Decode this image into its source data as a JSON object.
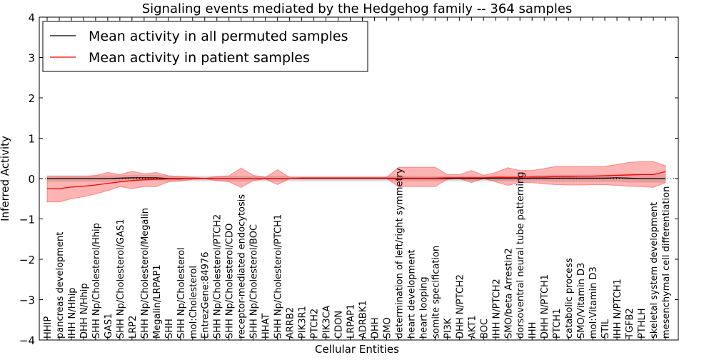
{
  "chart_data": {
    "type": "line",
    "title": "Signaling events mediated by the Hedgehog family -- 364 samples",
    "xlabel": "Cellular Entities",
    "ylabel": "Inferred Activity",
    "ylim": [
      -4,
      4
    ],
    "yticks": [
      "−4",
      "−3",
      "−2",
      "−1",
      "0",
      "1",
      "2",
      "3",
      "4"
    ],
    "legend_position": "top-left",
    "grid": false,
    "categories": [
      "HHIP",
      "pancreas development",
      "IHH N/Hhip",
      "DHH N/Hhip",
      "SHH Np/Cholesterol/Hhip",
      "GAS1",
      "SHH Np/Cholesterol/GAS1",
      "LRP2",
      "SHH Np/Cholesterol/Megalin",
      "Megalin/LRPAP1",
      "SHH",
      "SHH Np/Cholesterol",
      "mol:Cholesterol",
      "EntrezGene:84976",
      "SHH Np/Cholesterol/PTCH2",
      "SHH Np/Cholesterol/CDO",
      "receptor-mediated endocytosis",
      "SHH Np/Cholesterol/BOC",
      "HHAT",
      "SHH Np/Cholesterol/PTCH1",
      "ARRB2",
      "PIK3R1",
      "PTCH2",
      "PIK3CA",
      "CDON",
      "LRPAP1",
      "ADRBK1",
      "DHH",
      "SMO",
      "determination of left/right symmetry",
      "heart development",
      "heart looping",
      "somite specification",
      "PI3K",
      "DHH N/PTCH2",
      "AKT1",
      "BOC",
      "IHH N/PTCH2",
      "SMO/beta Arrestin2",
      "dorsoventral neural tube patterning",
      "IHH",
      "DHH N/PTCH1",
      "PTCH1",
      "catabolic process",
      "SMO/Vitamin D3",
      "mol:Vitamin D3",
      "STIL",
      "IHH N/PTCH1",
      "TGFB2",
      "PTHLH",
      "skeletal system development",
      "mesenchymal cell differentiation"
    ],
    "series": [
      {
        "name": "Mean activity in all permuted samples",
        "color": "#000000",
        "values": [
          0,
          0,
          0,
          0,
          0,
          0,
          0.01,
          0.02,
          0.02,
          0.02,
          0,
          0,
          0,
          0,
          0,
          0,
          0,
          0,
          0,
          0,
          0,
          0,
          0,
          0,
          0,
          0,
          0,
          0,
          0,
          0,
          0,
          0,
          0,
          0,
          0,
          0,
          0,
          0,
          0,
          0,
          0.01,
          0.01,
          0.01,
          0.01,
          0.01,
          0.01,
          0.01,
          0.02,
          0.01,
          0,
          0,
          0
        ],
        "band_upper": [
          0.08,
          0.08,
          0.08,
          0.08,
          0.08,
          0.08,
          0.08,
          0.09,
          0.09,
          0.09,
          0.07,
          0.07,
          0.07,
          0.07,
          0.07,
          0.07,
          0.07,
          0.07,
          0.07,
          0.07,
          0.07,
          0.07,
          0.07,
          0.07,
          0.07,
          0.07,
          0.07,
          0.07,
          0.07,
          0.07,
          0.07,
          0.07,
          0.07,
          0.07,
          0.07,
          0.07,
          0.07,
          0.07,
          0.07,
          0.07,
          0.08,
          0.09,
          0.1,
          0.1,
          0.1,
          0.1,
          0.1,
          0.12,
          0.12,
          0.12,
          0.12,
          0.1
        ],
        "band_lower": [
          -0.08,
          -0.08,
          -0.08,
          -0.08,
          -0.08,
          -0.08,
          -0.07,
          -0.06,
          -0.06,
          -0.06,
          -0.07,
          -0.07,
          -0.07,
          -0.07,
          -0.07,
          -0.07,
          -0.07,
          -0.07,
          -0.07,
          -0.07,
          -0.07,
          -0.07,
          -0.07,
          -0.07,
          -0.07,
          -0.07,
          -0.07,
          -0.07,
          -0.07,
          -0.07,
          -0.07,
          -0.07,
          -0.07,
          -0.07,
          -0.07,
          -0.07,
          -0.07,
          -0.07,
          -0.07,
          -0.07,
          -0.07,
          -0.07,
          -0.08,
          -0.08,
          -0.08,
          -0.08,
          -0.08,
          -0.08,
          -0.1,
          -0.1,
          -0.1,
          -0.1
        ]
      },
      {
        "name": "Mean activity in patient samples",
        "color": "#ff0000",
        "values": [
          -0.25,
          -0.25,
          -0.21,
          -0.19,
          -0.16,
          -0.12,
          -0.08,
          -0.05,
          -0.03,
          -0.02,
          -0.01,
          -0.01,
          0,
          0,
          0,
          0,
          0,
          0,
          0,
          0,
          0,
          0.01,
          0.01,
          0.01,
          0.01,
          0.01,
          0.01,
          0.01,
          0.01,
          0.01,
          0.01,
          0.01,
          0.01,
          0.02,
          0.02,
          0.02,
          0.02,
          0.03,
          0.03,
          0.03,
          0.04,
          0.04,
          0.05,
          0.05,
          0.06,
          0.06,
          0.07,
          0.08,
          0.09,
          0.1,
          0.1,
          0.17
        ],
        "band_upper": [
          0.05,
          0.05,
          0.05,
          0.05,
          0.08,
          0.15,
          0.1,
          0.18,
          0.12,
          0.15,
          0.07,
          0.05,
          0.03,
          0.01,
          0.05,
          0.07,
          0.26,
          0.08,
          0.03,
          0.22,
          0.03,
          0.03,
          0.03,
          0.03,
          0.03,
          0.03,
          0.03,
          0.03,
          0.03,
          0.28,
          0.28,
          0.28,
          0.28,
          0.1,
          0.1,
          0.2,
          0.08,
          0.15,
          0.27,
          0.2,
          0.2,
          0.25,
          0.3,
          0.3,
          0.3,
          0.3,
          0.3,
          0.35,
          0.4,
          0.42,
          0.42,
          0.32
        ],
        "band_lower": [
          -0.58,
          -0.58,
          -0.5,
          -0.45,
          -0.38,
          -0.3,
          -0.2,
          -0.25,
          -0.2,
          -0.2,
          -0.08,
          -0.06,
          -0.02,
          -0.01,
          -0.05,
          -0.08,
          -0.22,
          -0.05,
          -0.01,
          -0.15,
          0,
          0,
          0,
          0,
          0,
          0,
          0,
          0,
          0,
          -0.2,
          -0.2,
          -0.2,
          -0.2,
          -0.02,
          0,
          -0.1,
          0,
          -0.08,
          -0.17,
          -0.1,
          -0.1,
          -0.13,
          -0.15,
          -0.16,
          -0.16,
          -0.15,
          -0.15,
          -0.17,
          -0.19,
          -0.2,
          -0.22,
          -0.1
        ]
      }
    ]
  }
}
